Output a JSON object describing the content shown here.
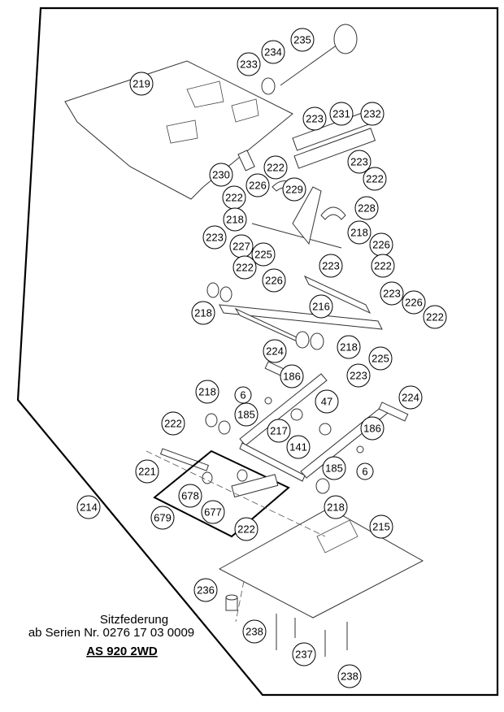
{
  "caption": {
    "line1": "Sitzfederung",
    "line2": "ab Serien Nr. 0276 17 03 0009",
    "model": "AS 920 2WD"
  },
  "callouts": [
    "235",
    "234",
    "233",
    "219",
    "223",
    "231",
    "232",
    "222",
    "223",
    "222",
    "230",
    "226",
    "229",
    "222",
    "218",
    "228",
    "223",
    "227",
    "218",
    "226",
    "225",
    "223",
    "222",
    "222",
    "226",
    "216",
    "223",
    "226",
    "222",
    "218",
    "224",
    "218",
    "225",
    "223",
    "186",
    "6",
    "218",
    "47",
    "224",
    "185",
    "217",
    "186",
    "141",
    "222",
    "185",
    "6",
    "221",
    "678",
    "677",
    "214",
    "679",
    "222",
    "218",
    "215",
    "236",
    "238",
    "237",
    "238"
  ]
}
